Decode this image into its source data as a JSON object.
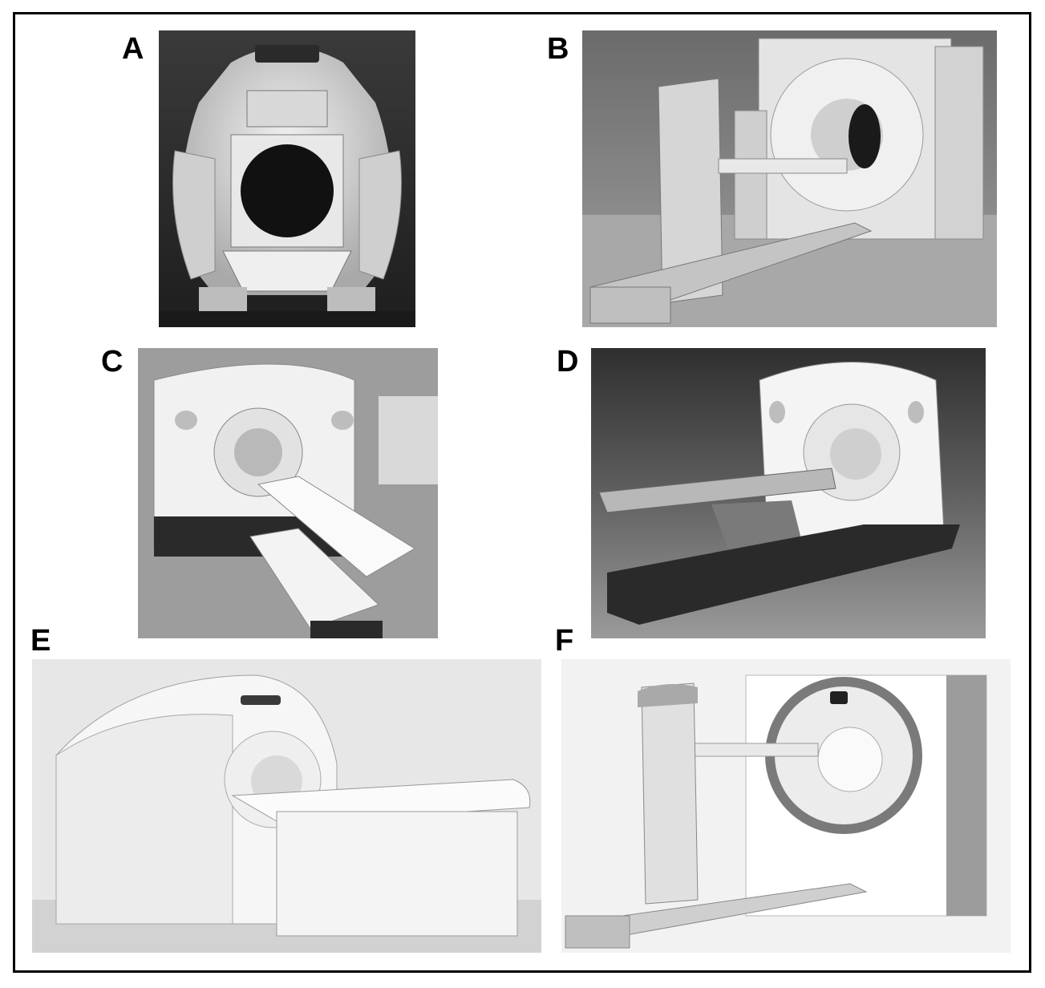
{
  "figure": {
    "panels": [
      {
        "label": "A",
        "subject": "pet-scanner-open-gantry"
      },
      {
        "label": "B",
        "subject": "pet-ct-scanner-with-patient-table"
      },
      {
        "label": "C",
        "subject": "pet-ct-scanner-front-table"
      },
      {
        "label": "D",
        "subject": "pet-ct-scanner-dark-base"
      },
      {
        "label": "E",
        "subject": "pet-ct-scanner-wide-table"
      },
      {
        "label": "F",
        "subject": "pet-ct-scanner-ring-table"
      }
    ]
  }
}
